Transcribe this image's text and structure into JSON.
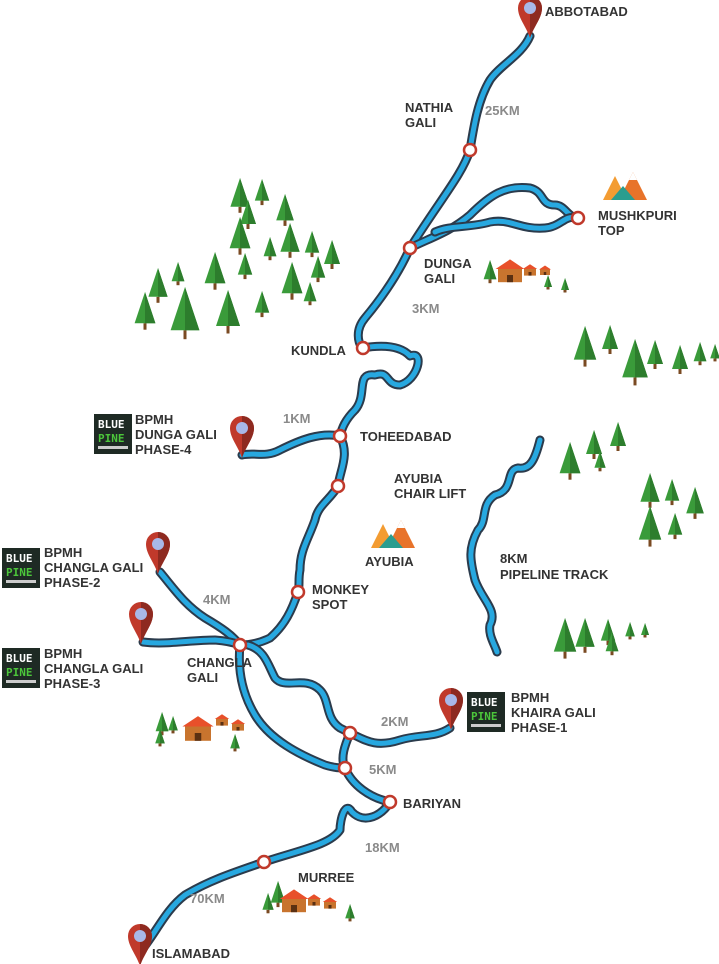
{
  "map": {
    "places": {
      "abbotabad": "ABBOTABAD",
      "nathia_gali": [
        "NATHIA",
        "GALI"
      ],
      "mushkpuri": [
        "MUSHKPURI",
        "TOP"
      ],
      "dunga_gali": [
        "DUNGA",
        "GALI"
      ],
      "kundla": "KUNDLA",
      "toheedabad": "TOHEEDABAD",
      "ayubia_chair_lift": [
        "AYUBIA",
        "CHAIR LIFT"
      ],
      "ayubia": "AYUBIA",
      "pipeline_track": [
        "8KM",
        "PIPELINE TRACK"
      ],
      "monkey_spot": [
        "MONKEY",
        "SPOT"
      ],
      "changla_gali": [
        "CHANGLA",
        "GALI"
      ],
      "bariyan": "BARIYAN",
      "murree": "MURREE",
      "islamabad": "ISLAMABAD"
    },
    "distances": {
      "nathia": "25KM",
      "dunga": "3KM",
      "phase4": "1KM",
      "phase2": "4KM",
      "khaira": "2KM",
      "bariyan": "5KM",
      "murree": "18KM",
      "islamabad": "70KM"
    },
    "projects": [
      {
        "lines": [
          "BPMH",
          "DUNGA GALI",
          "PHASE-4"
        ]
      },
      {
        "lines": [
          "BPMH",
          "CHANGLA GALI",
          "PHASE-2"
        ]
      },
      {
        "lines": [
          "BPMH",
          "CHANGLA GALI",
          "PHASE-3"
        ]
      },
      {
        "lines": [
          "BPMH",
          "KHAIRA GALI",
          "PHASE-1"
        ]
      }
    ],
    "logo": {
      "line1": "BLUE",
      "line2": "PINE"
    },
    "colors": {
      "road": "#27a8e0",
      "road_outline": "#2b3b4c",
      "pin": "#c0392b",
      "tree": "#3a9b3a",
      "logo_bg": "#1e2a24",
      "logo_green": "#4cc63b"
    }
  }
}
